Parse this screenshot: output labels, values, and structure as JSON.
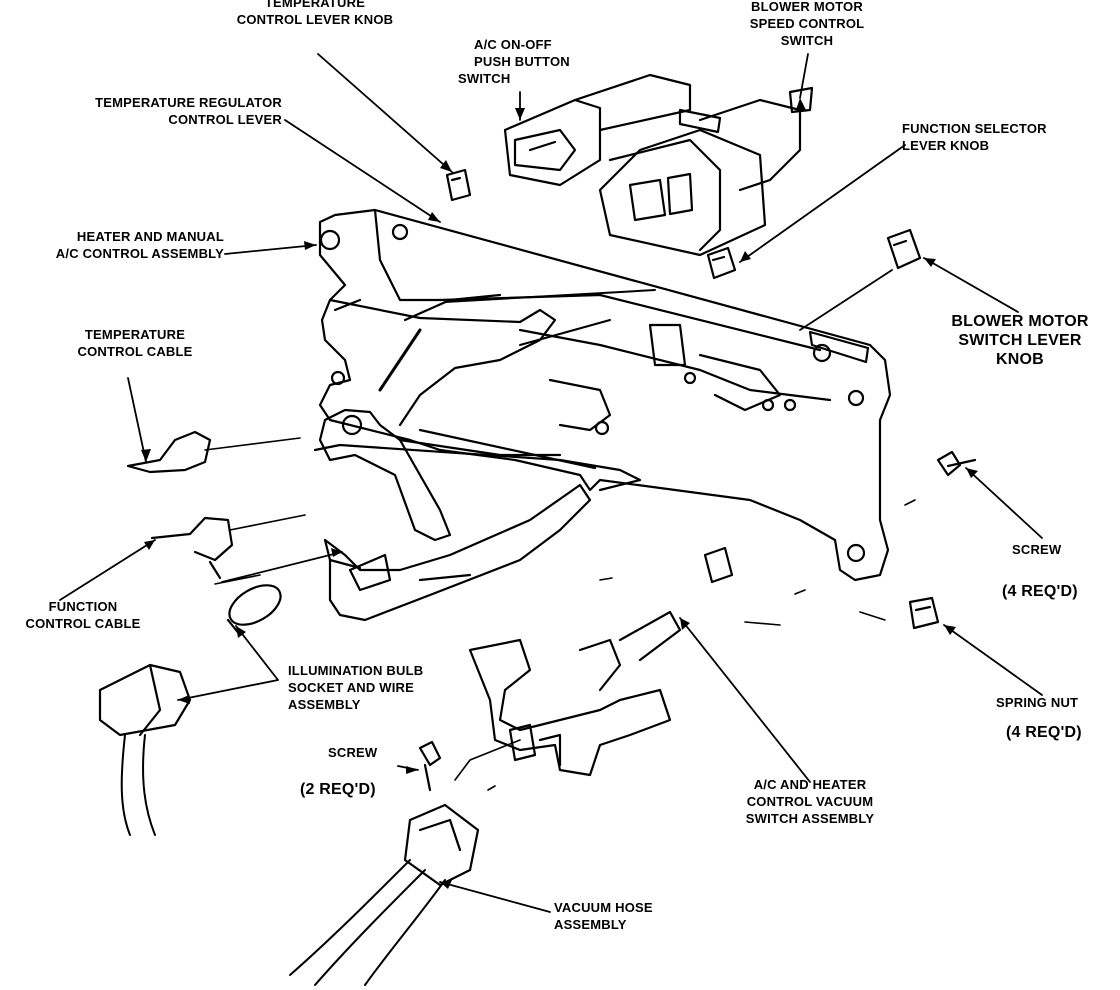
{
  "labels": {
    "temp_lever_knob": [
      "TEMPERATURE",
      "CONTROL LEVER KNOB"
    ],
    "ac_pushbutton": [
      "A/C ON-OFF",
      "PUSH BUTTON",
      "SWITCH"
    ],
    "blower_speed_switch": [
      "BLOWER MOTOR",
      "SPEED CONTROL",
      "SWITCH"
    ],
    "temp_regulator_lever": [
      "TEMPERATURE REGULATOR",
      "CONTROL LEVER"
    ],
    "function_selector_knob": [
      "FUNCTION SELECTOR",
      "LEVER KNOB"
    ],
    "heater_ac_assembly": [
      "HEATER AND MANUAL",
      "A/C CONTROL ASSEMBLY"
    ],
    "blower_lever_knob": [
      "BLOWER MOTOR",
      "SWITCH LEVER",
      "KNOB"
    ],
    "temp_control_cable": [
      "TEMPERATURE",
      "CONTROL CABLE"
    ],
    "screw_right": [
      "SCREW"
    ],
    "screw_right_qty": [
      "(4 REQ'D)"
    ],
    "function_cable": [
      "FUNCTION",
      "CONTROL CABLE"
    ],
    "illumination_bulb": [
      "ILLUMINATION BULB",
      "SOCKET AND WIRE",
      "ASSEMBLY"
    ],
    "spring_nut": [
      "SPRING NUT"
    ],
    "spring_nut_qty": [
      "(4 REQ'D)"
    ],
    "screw_left": [
      "SCREW"
    ],
    "screw_left_qty": [
      "(2 REQ'D)"
    ],
    "vacuum_switch": [
      "A/C AND HEATER",
      "CONTROL VACUUM",
      "SWITCH ASSEMBLY"
    ],
    "vacuum_hose": [
      "VACUUM HOSE",
      "ASSEMBLY"
    ]
  },
  "colors": {
    "ink": "#000000",
    "paper": "#ffffff"
  }
}
